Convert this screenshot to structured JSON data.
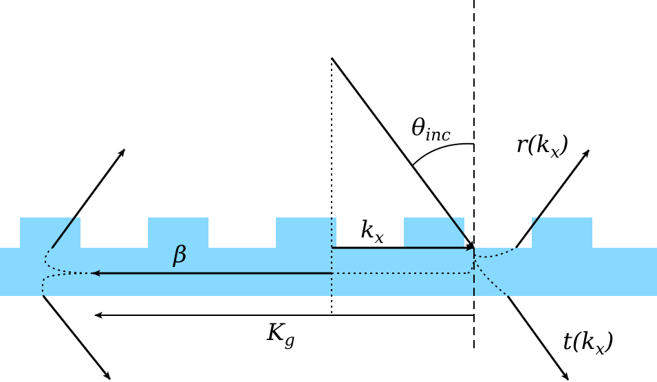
{
  "colors": {
    "waveguide": "#87d9ff",
    "line": "#000000",
    "background": "#ffffff"
  },
  "labels": {
    "theta": {
      "base": "θ",
      "sub": "inc"
    },
    "kx": {
      "base": "k",
      "sub": "x"
    },
    "beta": {
      "base": "β"
    },
    "Kg": {
      "base": "K",
      "sub": "g"
    },
    "r": {
      "pre": "r(k",
      "sub": "x",
      "post": ")"
    },
    "t": {
      "pre": "t(k",
      "sub": "x",
      "post": ")"
    }
  }
}
